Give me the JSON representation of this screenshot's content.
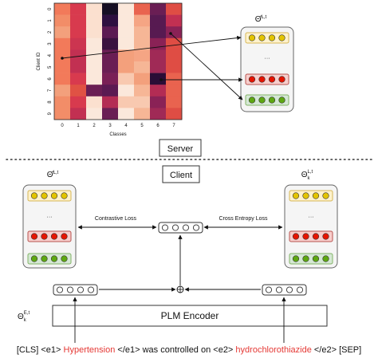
{
  "heatmap": {
    "ylabel": "Client ID",
    "xlabel": "Classes",
    "x_ticks": [
      "0",
      "1",
      "2",
      "3",
      "4",
      "5",
      "6",
      "7"
    ],
    "y_ticks": [
      "0",
      "1",
      "2",
      "3",
      "4",
      "5",
      "6",
      "7",
      "8",
      "9"
    ],
    "cells": [
      [
        "#f27a5a",
        "#d83a4e",
        "#fbe0cf",
        "#160f24",
        "#fbe8db",
        "#e9634f",
        "#6a1e54",
        "#df4d44"
      ],
      [
        "#f28d68",
        "#d83a4e",
        "#fbe0cf",
        "#2e1040",
        "#fbe8db",
        "#f5a584",
        "#571a51",
        "#c23052"
      ],
      [
        "#f3a07c",
        "#d83a4e",
        "#fbe0cf",
        "#5b1a52",
        "#fbe8db",
        "#f6b696",
        "#571a51",
        "#8a2256"
      ],
      [
        "#f27a5a",
        "#cc3550",
        "#fbe8db",
        "#3a123f",
        "#fbe8db",
        "#f6b696",
        "#8a2256",
        "#df4d44"
      ],
      [
        "#f27a5a",
        "#c23052",
        "#fbe8db",
        "#6a1e54",
        "#f3a07c",
        "#f5a584",
        "#a02a56",
        "#df4d44"
      ],
      [
        "#f27a5a",
        "#c23052",
        "#fbe8db",
        "#6a1e54",
        "#f3a07c",
        "#f6b696",
        "#a02a56",
        "#df4d44"
      ],
      [
        "#f27a5a",
        "#d83a4e",
        "#fbe8db",
        "#7a2056",
        "#f8c9b0",
        "#f3a07c",
        "#2a0d36",
        "#e9634f"
      ],
      [
        "#f3a07c",
        "#e05244",
        "#6a1e54",
        "#5b1a52",
        "#fbe8db",
        "#f6b696",
        "#b32c54",
        "#e9634f"
      ],
      [
        "#f28d68",
        "#d83a4e",
        "#fbe0cf",
        "#b32c54",
        "#f8c9b0",
        "#f8c9b0",
        "#8a2256",
        "#e9634f"
      ],
      [
        "#f28d68",
        "#c23052",
        "#fbe8db",
        "#6a1e54",
        "#fbe8db",
        "#f6b696",
        "#a02a56",
        "#df4d44"
      ]
    ]
  },
  "server": {
    "label": "Server",
    "theta_symbol": "Θ̂",
    "theta_sup": "L,t",
    "ellipsis": "···"
  },
  "client": {
    "label": "Client",
    "left_theta_symbol": "Θ̂",
    "left_theta_sup": "L,t",
    "right_theta_symbol": "Θ",
    "right_theta_sub": "k",
    "right_theta_sup": "L,t",
    "ellipsis": "···",
    "contrastive_loss": "Contrastive Loss",
    "cross_entropy_loss": "Cross Entropy Loss",
    "encoder_label": "PLM Encoder",
    "encoder_theta_symbol": "Θ",
    "encoder_theta_sub": "k",
    "encoder_theta_sup": "E,t"
  },
  "sentence": {
    "part1": "[CLS] <e1> ",
    "entity1": "Hypertension",
    "part2": " </e1> was controlled on <e2> ",
    "entity2": "hydrochlorothiazide",
    "part3": " </e2> [SEP]"
  },
  "colors": {
    "yellow_row_bg": "#fff2cc",
    "yellow_row_border": "#d6b656",
    "yellow_dot": "#e3c400",
    "red_row_bg": "#f8cecc",
    "red_row_border": "#b85450",
    "red_dot": "#e51400",
    "green_row_bg": "#d5e8d4",
    "green_row_border": "#82b366",
    "green_dot": "#5ea812",
    "panel_bg": "#f5f5f5",
    "panel_border": "#666666",
    "entity_text": "#e53935"
  }
}
